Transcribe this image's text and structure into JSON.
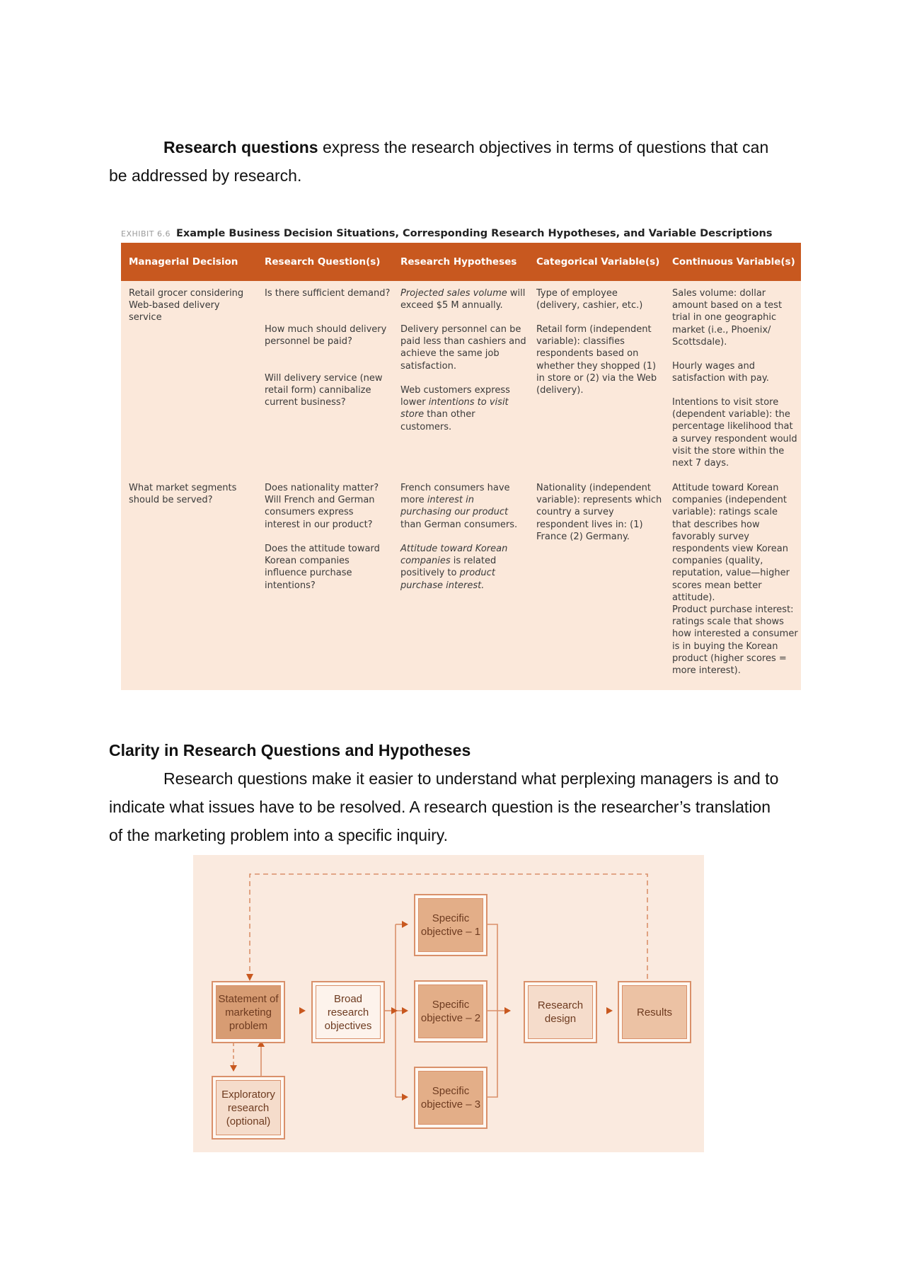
{
  "intro": {
    "bold_term": "Research questions",
    "text": " express the research objectives in terms of questions that can be addressed by research."
  },
  "exhibit": {
    "number": "EXHIBIT 6.6",
    "title": "Example Business Decision Situations, Corresponding Research Hypotheses, and Variable Descriptions",
    "headers": [
      "Managerial Decision",
      "Research Question(s)",
      "Research Hypotheses",
      "Categorical Variable(s)",
      "Continuous Variable(s)"
    ],
    "row1": {
      "decision": "Retail grocer considering Web-based delivery service",
      "q1": "Is there sufficient demand?",
      "q2": "How much should delivery personnel be paid?",
      "q3": "Will delivery service (new retail form) cannibalize current business?",
      "h1_italic": "Projected sales volume",
      "h1_rest": " will exceed $5 M annually.",
      "h2": "Delivery personnel can be paid less than cashiers and achieve the same job satisfaction.",
      "h3_a": "Web customers express lower ",
      "h3_italic": "intentions to visit store",
      "h3_b": " than other customers.",
      "cat1": "Type of employee (delivery, cashier, etc.)",
      "cat2": "Retail form (independent variable): classifies respondents based on whether they shopped (1) in store or (2) via the Web (delivery).",
      "cont1": "Sales volume: dollar amount based on a test trial in one geographic market (i.e., Phoenix/ Scottsdale).",
      "cont2": "Hourly wages and satisfaction with pay.",
      "cont3": "Intentions to visit store (dependent variable): the percentage likelihood that a survey respondent would visit the store within the next 7 days."
    },
    "row2": {
      "decision": "What market segments should be served?",
      "q1": "Does nationality matter? Will French and German consumers express interest in our product?",
      "q2": "Does the attitude toward Korean companies influence purchase intentions?",
      "h1_a": "French consumers have more ",
      "h1_italic": "interest in purchasing our product",
      "h1_b": " than German consumers.",
      "h2_italic1": "Attitude toward Korean companies",
      "h2_mid": " is related positively to ",
      "h2_italic2": "product purchase interest.",
      "cat1": "Nationality (independent variable): represents which country a survey respondent lives in: (1) France (2) Germany.",
      "cont1": "Attitude toward Korean companies (independent variable): ratings scale that describes how favorably survey respondents view Korean companies (quality, reputation, value—higher scores mean better attitude).",
      "cont2": "Product purchase interest: ratings scale that shows how interested a consumer is in buying the Korean product (higher scores = more interest)."
    }
  },
  "section": {
    "heading": "Clarity in Research Questions and Hypotheses",
    "text": "Research questions make it easier to understand what perplexing managers is and to indicate what issues have to be resolved. A research question is the researcher’s translation of the marketing problem into a specific inquiry."
  },
  "diagram": {
    "statement": "Statement of marketing problem",
    "broad": "Broad research objectives",
    "obj1": "Specific objective – 1",
    "obj2": "Specific objective – 2",
    "obj3": "Specific objective – 3",
    "design": "Research design",
    "results": "Results",
    "exploratory": "Exploratory research (optional)",
    "line_color": "#d9906a"
  }
}
